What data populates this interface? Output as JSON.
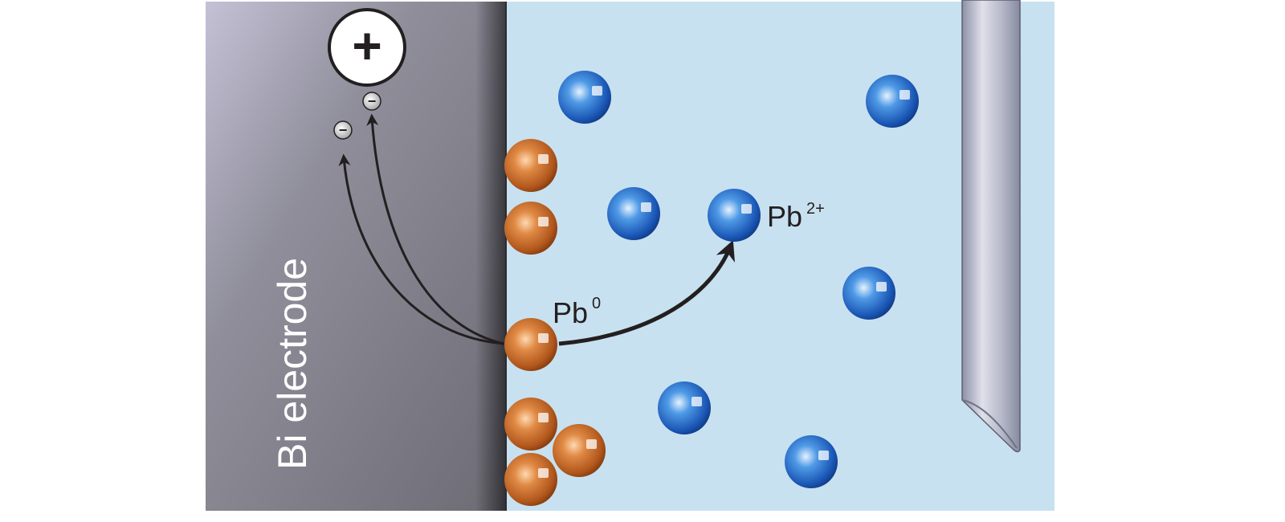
{
  "electrode": {
    "label": "Bi electrode"
  },
  "labels": {
    "pb0_base": "Pb",
    "pb0_sup": "0",
    "pb2_base": "Pb",
    "pb2_sup": "2+"
  },
  "charges": {
    "positive_symbol": "+",
    "negative_symbol": "−"
  },
  "colors": {
    "electrode": "#86868f",
    "solution": "#c8e1f0",
    "pb0_particle": "#c56a2a",
    "pb2_particle": "#1b63c4",
    "probe": "#b9bcca",
    "arrow": "#231f20"
  },
  "icons": {
    "electron": "minus-circle",
    "hole": "plus-circle",
    "probe": "needle-probe"
  }
}
